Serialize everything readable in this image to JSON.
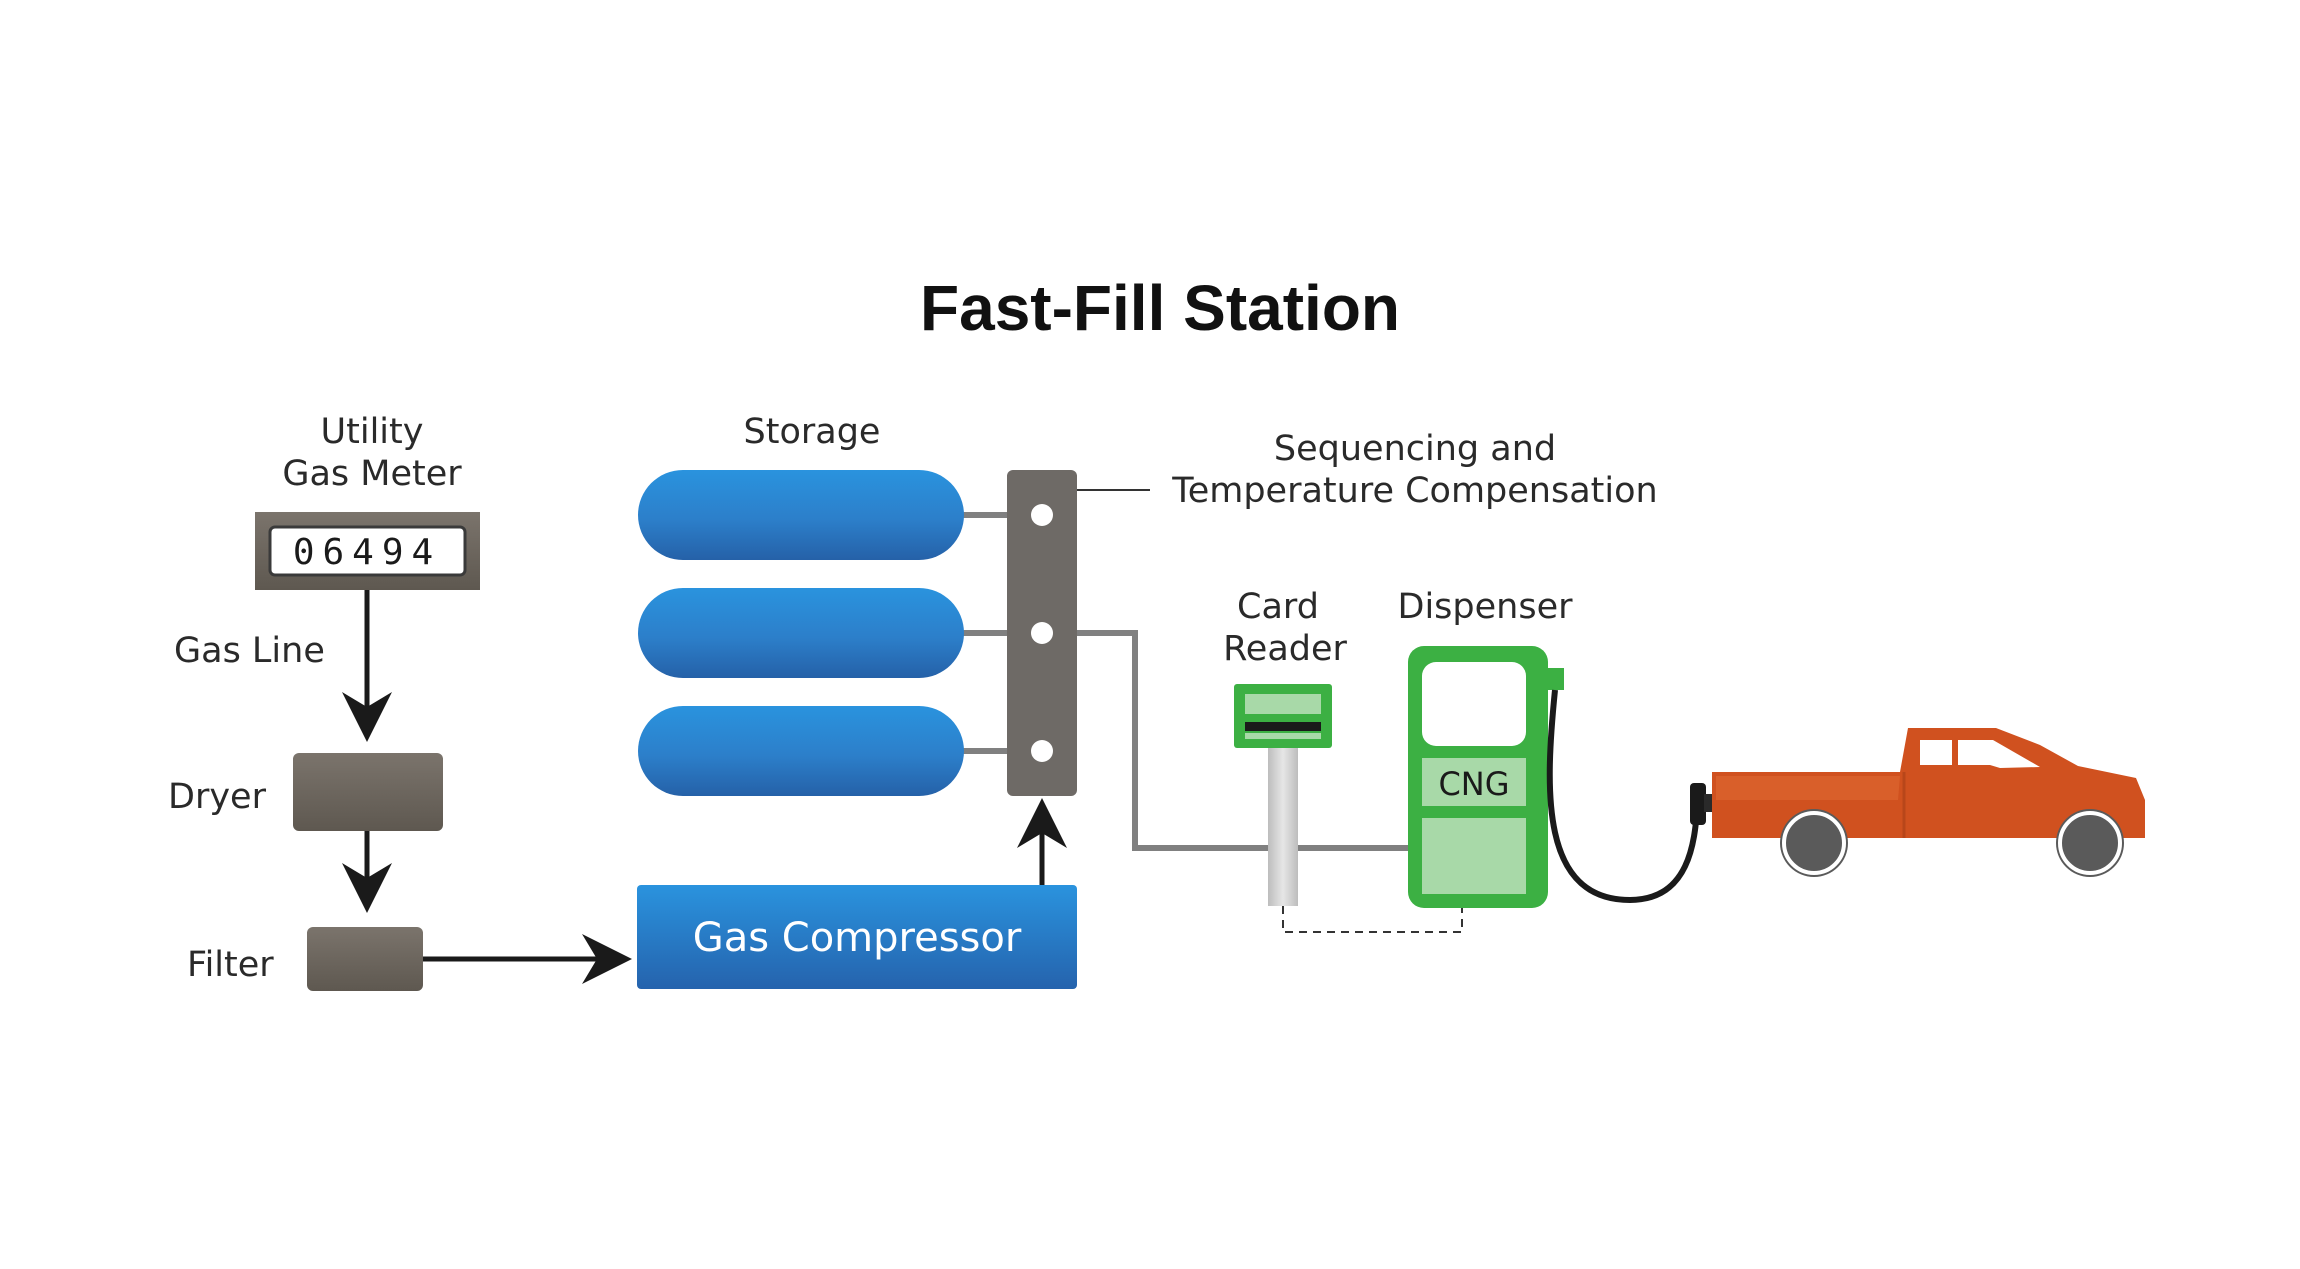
{
  "title": "Fast-Fill Station",
  "labels": {
    "meter_line1": "Utility",
    "meter_line2": "Gas Meter",
    "gas_line": "Gas Line",
    "dryer": "Dryer",
    "filter": "Filter",
    "storage": "Storage",
    "sequencing_line1": "Sequencing and",
    "sequencing_line2": "Temperature Compensation",
    "card_reader_line1": "Card",
    "card_reader_line2": "Reader",
    "dispenser": "Dispenser",
    "gas_compressor": "Gas Compressor",
    "cng": "CNG"
  },
  "meter_reading": "06494",
  "colors": {
    "storage_blue": "#2f86cf",
    "compressor_blue": "#2f86cf",
    "equipment_gray": "#6b645c",
    "dispenser_green": "#3cb043",
    "dispenser_light_green": "#a8d9a8",
    "truck_orange": "#d0511f",
    "pipe_gray": "#808080",
    "arrow_black": "#1a1a1a"
  }
}
